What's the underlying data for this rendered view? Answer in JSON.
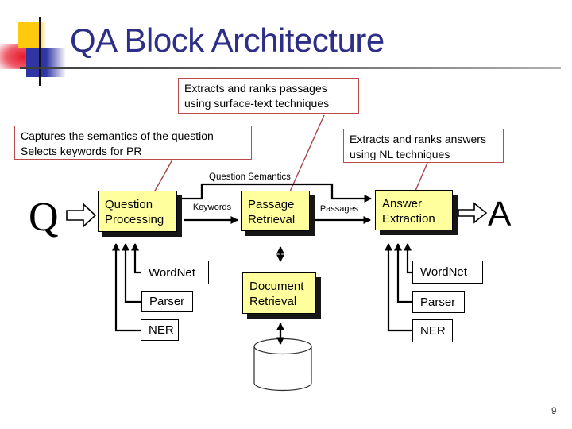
{
  "title": "QA Block Architecture",
  "page_number": "9",
  "callouts": {
    "surface": {
      "line1": "Extracts and ranks passages",
      "line2": "using surface-text techniques"
    },
    "semantics": {
      "line1": "Captures the semantics of the question",
      "line2": "Selects keywords for PR"
    },
    "nl": {
      "line1": "Extracts and ranks answers",
      "line2": "using NL techniques"
    }
  },
  "labels": {
    "question_semantics": "Question Semantics",
    "keywords": "Keywords",
    "passages": "Passages",
    "input_letter": "Q",
    "output_letter": "A"
  },
  "blocks": {
    "question_processing": {
      "line1": "Question",
      "line2": "Processing"
    },
    "passage_retrieval": {
      "line1": "Passage",
      "line2": "Retrieval"
    },
    "answer_extraction": {
      "line1": "Answer",
      "line2": "Extraction"
    },
    "document_retrieval": {
      "line1": "Document",
      "line2": "Retrieval"
    }
  },
  "resources_left": [
    "WordNet",
    "Parser",
    "NER"
  ],
  "resources_right": [
    "WordNet",
    "Parser",
    "NER"
  ],
  "colors": {
    "title_text": "#2D2E87",
    "block_fill": "#FFFF9E",
    "block_shadow": "#161616",
    "callout_border": "#B94A4A",
    "leader_line": "#A84448",
    "decor_yellow": "#FFC90E",
    "decor_blue": "#2F35A5",
    "decor_red": "#E8192C"
  }
}
